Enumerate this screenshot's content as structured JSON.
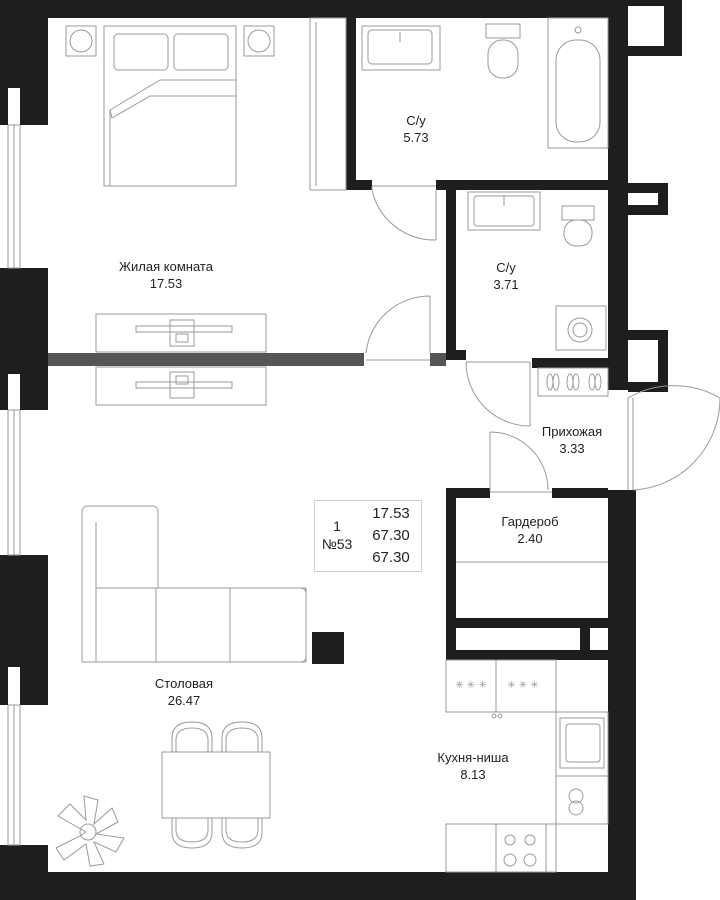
{
  "apartment": {
    "rooms_count": "1",
    "number": "№53",
    "areas": [
      "17.53",
      "67.30",
      "67.30"
    ]
  },
  "rooms": {
    "living": {
      "name": "Жилая комната",
      "area": "17.53"
    },
    "bath1": {
      "name": "С/у",
      "area": "5.73"
    },
    "bath2": {
      "name": "С/у",
      "area": "3.71"
    },
    "hall": {
      "name": "Прихожая",
      "area": "3.33"
    },
    "wardrobe": {
      "name": "Гардероб",
      "area": "2.40"
    },
    "dining": {
      "name": "Столовая",
      "area": "26.47"
    },
    "kitchen": {
      "name": "Кухня-ниша",
      "area": "8.13"
    }
  },
  "colors": {
    "wall": "#1e1e1e",
    "partition": "#555555",
    "line": "#9a9a9a",
    "background": "#ffffff"
  }
}
